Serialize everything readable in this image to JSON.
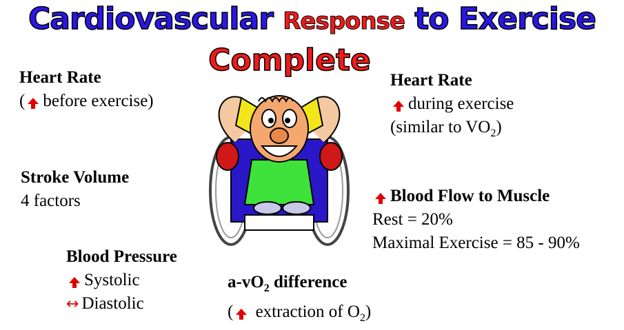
{
  "title": {
    "part1": "Cardiovascular",
    "part2": "Response",
    "part3": "to Exercise"
  },
  "subtitle": "Complete",
  "hr_left": {
    "heading": "Heart Rate",
    "open": "(",
    "arrow": "up-arrow-icon",
    "text": "before exercise)"
  },
  "hr_right": {
    "heading": "Heart Rate",
    "arrow": "up-arrow-icon",
    "text": "during exercise",
    "note_pre": "(similar to VO",
    "note_sub": "2",
    "note_post": ")"
  },
  "stroke_volume": {
    "heading": "Stroke Volume",
    "text": "4 factors"
  },
  "blood_flow": {
    "arrow": "up-arrow-icon",
    "heading": "Blood Flow to Muscle",
    "rest": "Rest = 20%",
    "max": "Maximal Exercise = 85 - 90%"
  },
  "blood_pressure": {
    "heading": "Blood Pressure",
    "systolic": "Systolic",
    "systolic_icon": "up-arrow-icon",
    "diastolic_icon": "left-right-arrow-icon",
    "diastolic": "Diastolic",
    "lr_glyph": "↔"
  },
  "avo2": {
    "head_pre": "a-vO",
    "head_sub": "2",
    "head_post": " difference",
    "open": "(",
    "text_pre": " extraction of O",
    "text_sub": "2",
    "text_post": ")"
  },
  "colors": {
    "blue": "#2a17e6",
    "red": "#ee1b1b",
    "arrow": "#e00000"
  }
}
